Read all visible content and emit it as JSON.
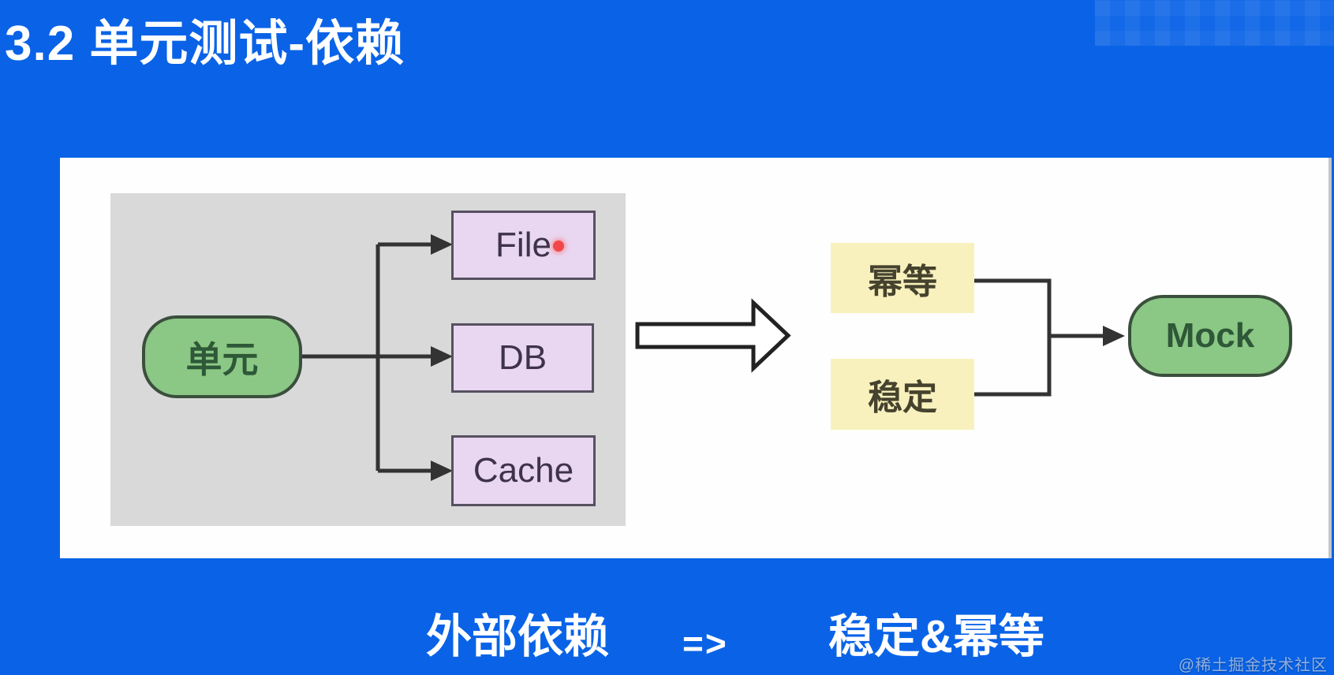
{
  "header": {
    "title": "3.2 单元测试-依赖"
  },
  "diagram": {
    "unit_node": "单元",
    "dependencies": [
      "File",
      "DB",
      "Cache"
    ],
    "qualities": [
      "幂等",
      "稳定"
    ],
    "mock_node": "Mock"
  },
  "footer": {
    "lhs": "外部依赖",
    "arrow": "=>",
    "rhs": "稳定&幂等"
  },
  "watermark": "@稀土掘金技术社区",
  "colors": {
    "background_blue": "#0a63e7",
    "panel_white": "#fefefe",
    "panel_gray": "#d9d9da",
    "node_green_fill": "#8bc785",
    "node_green_border": "#3a4f3c",
    "node_purple_fill": "#e9d6f0",
    "node_purple_border": "#565060",
    "node_yellow_fill": "#f9f1bd",
    "connector_line": "#333333",
    "big_arrow_outline": "#222222",
    "laser_dot_red": "#f2474a"
  }
}
